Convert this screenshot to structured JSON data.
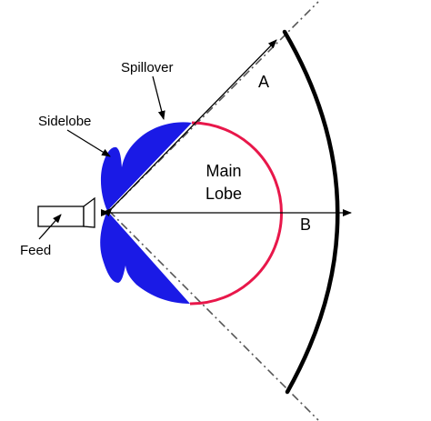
{
  "labels": {
    "spillover": "Spillover",
    "sidelobe": "Sidelobe",
    "main_lobe_line1": "Main",
    "main_lobe_line2": "Lobe",
    "feed": "Feed",
    "dim_a": "A",
    "dim_b": "B"
  },
  "colors": {
    "background": "#ffffff",
    "reflector": "#000000",
    "main_lobe": "#e8174a",
    "spillover_lobe": "#1a1ae6",
    "edge_line": "#555555"
  }
}
